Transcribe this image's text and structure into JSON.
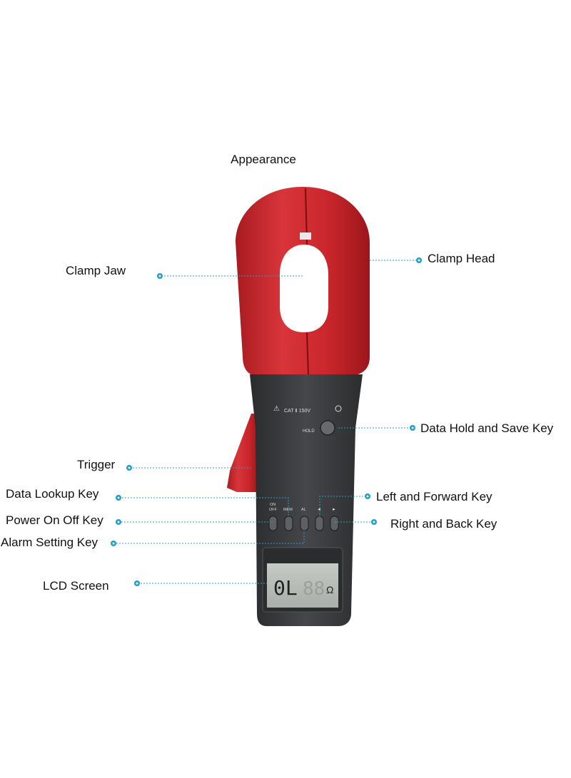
{
  "title": "Appearance",
  "device": {
    "safety_rating": "CAT Ⅱ 150V",
    "hold_key": "HOLD",
    "keys": {
      "on_off_line1": "ON",
      "on_off_line2": "OFF",
      "mem": "MEM",
      "al": "AL",
      "left_arrow": "◄",
      "right_arrow": "►"
    },
    "lcd_reading": "0L",
    "lcd_unit": "Ω"
  },
  "labels": {
    "clamp_jaw": "Clamp Jaw",
    "clamp_head": "Clamp Head",
    "data_hold_save_key": "Data Hold and Save Key",
    "trigger": "Trigger",
    "data_lookup_key": "Data Lookup Key",
    "left_forward_key": "Left and Forward Key",
    "power_on_off_key": "Power On Off Key",
    "right_back_key": "Right and Back Key",
    "alarm_setting_key": "Alarm Setting Key",
    "lcd_screen": "LCD Screen"
  },
  "colors": {
    "clamp_red": "#c8262b",
    "body_dark": "#3a3b3d",
    "leader_line": "#2a9fc4",
    "marker": "#1e9ec9",
    "lcd_bg": "#b9bdb8"
  }
}
